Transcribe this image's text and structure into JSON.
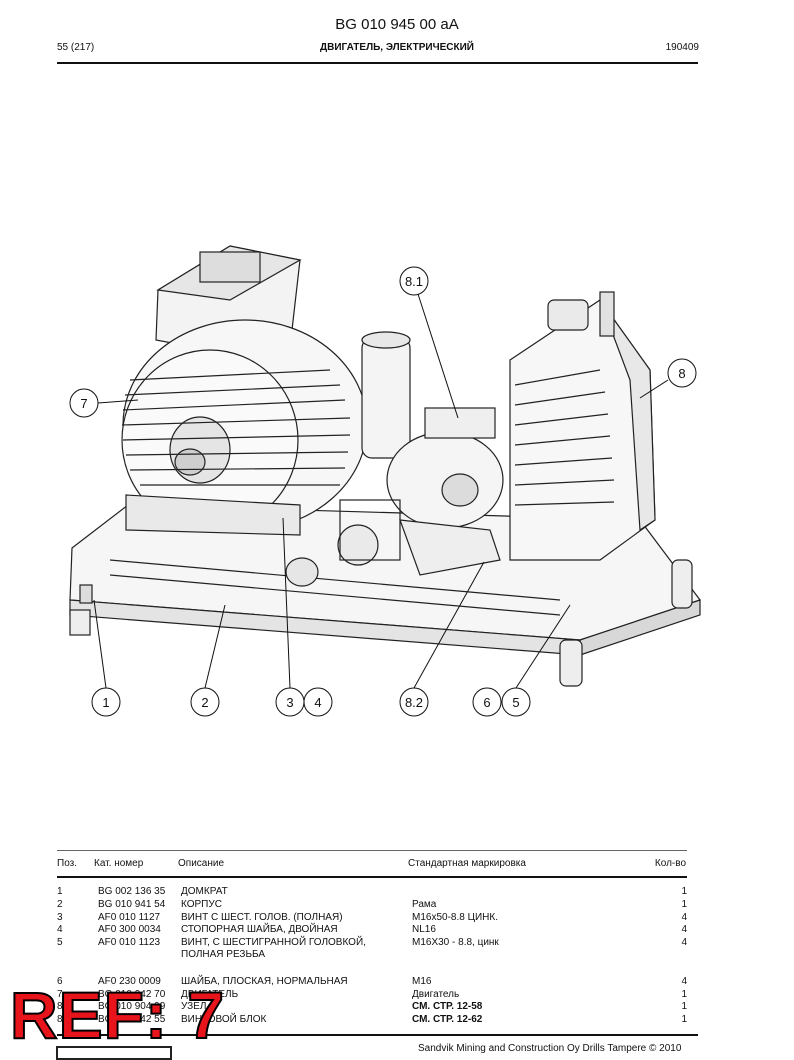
{
  "header": {
    "doc_number": "BG 010 945 00 aA",
    "page": "55 (217)",
    "section_title": "ДВИГАТЕЛЬ, ЭЛЕКТРИЧЕСКИЙ",
    "date": "190409"
  },
  "callouts": [
    "7",
    "8.1",
    "8",
    "1",
    "2",
    "3",
    "4",
    "8.2",
    "6",
    "5"
  ],
  "table": {
    "headers": {
      "pos": "Поз.",
      "cat": "Кат. номер",
      "desc": "Описание",
      "std": "Стандартная маркировка",
      "qty": "Кол-во"
    },
    "rows": [
      {
        "pos": "1",
        "cat": "BG 002 136 35",
        "desc": "ДОМКРАТ",
        "std": "",
        "qty": "1"
      },
      {
        "pos": "2",
        "cat": "BG 010 941 54",
        "desc": "КОРПУС",
        "std": "Рама",
        "qty": "1"
      },
      {
        "pos": "3",
        "cat": "AF0 010 1127",
        "desc": "ВИНТ С ШЕСТ. ГОЛОВ. (ПОЛНАЯ)",
        "std": "M16x50-8.8 ЦИНК.",
        "qty": "4"
      },
      {
        "pos": "4",
        "cat": "AF0 300 0034",
        "desc": "СТОПОРНАЯ ШАЙБА, ДВОЙНАЯ",
        "std": "NL16",
        "qty": "4"
      },
      {
        "pos": "5",
        "cat": "AF0 010 1123",
        "desc": "ВИНТ, С ШЕСТИГРАННОЙ ГОЛОВКОЙ, ПОЛНАЯ РЕЗЬБА",
        "std": "M16X30 - 8.8, цинк",
        "qty": "4"
      },
      {
        "pos": "6",
        "cat": "AF0 230 0009",
        "desc": "ШАЙБА, ПЛОСКАЯ, НОРМАЛЬНАЯ",
        "std": "M16",
        "qty": "4"
      },
      {
        "pos": "7",
        "cat": "BG 010 942 70",
        "desc": "ДВИГАТЕЛЬ",
        "std": "Двигатель",
        "qty": "1"
      },
      {
        "pos": "8",
        "cat": "BG 010 904 99",
        "desc": "УЗЕЛ",
        "std": "СМ. СТР. 12-58",
        "qty": "1"
      },
      {
        "pos": "8.",
        "cat": "BG 010 942 55",
        "desc": "ВИНТОВОЙ БЛОК",
        "std": "СМ. СТР. 12-62",
        "qty": "1"
      }
    ]
  },
  "footer": {
    "text": "Sandvik Mining and Construction Oy Drills Tampere © 2010"
  },
  "overlay": {
    "ref_label": "REF: 7"
  },
  "colors": {
    "ref_red": "#e8141b",
    "ink": "#111111"
  }
}
